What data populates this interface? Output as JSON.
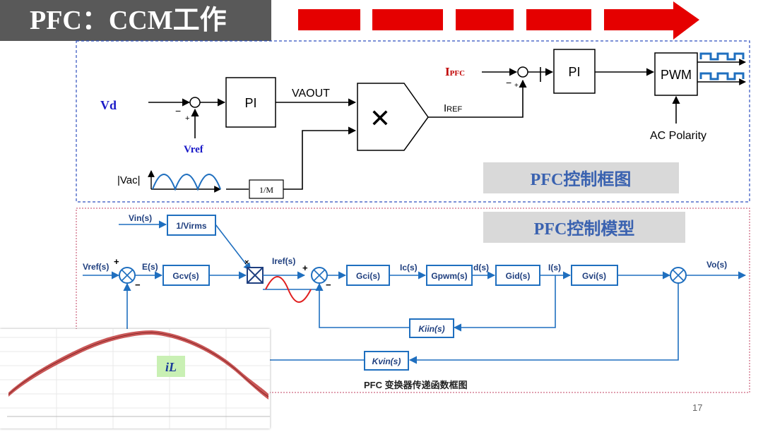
{
  "slide": {
    "title": "PFC：CCM工作",
    "page_number": "17"
  },
  "colors": {
    "arrow_red": "#e50000",
    "signal_blue": "#1f6fbf",
    "label_blue": "#1a1ac8",
    "pfc_red": "#c00000",
    "title_gray": "#595959"
  },
  "control_diagram": {
    "caption": "PFC控制框图",
    "vd": "Vd",
    "vref": "Vref",
    "pi_voltage": "PI",
    "vaout": "VAOUT",
    "vac": "|Vac|",
    "inv_m": "1/M",
    "multiplier_symbol": "✕",
    "iref_main": "I",
    "iref_sub": "REF",
    "ipfc_main": "I",
    "ipfc_sub": "PFC",
    "pi_current": "PI",
    "pwm": "PWM",
    "ac_polarity": "AC Polarity",
    "minus": "−",
    "plus": "+"
  },
  "model_diagram": {
    "caption": "PFC控制模型",
    "vin": "Vin(s)",
    "inv_virms": "1/Virms",
    "vref": "Vref(s)",
    "es": "E(s)",
    "gcv": "Gcv(s)",
    "iref": "Iref(s)",
    "x_mark": "×",
    "gci": "Gci(s)",
    "ic": "Ic(s)",
    "gpwm": "Gpwm(s)",
    "ds": "d(s)",
    "gid": "Gid(s)",
    "is": "I(s)",
    "gvi": "Gvi(s)",
    "vo": "Vo(s)",
    "kiin": "Kiin(s)",
    "kvin": "Kvin(s)",
    "footer": "PFC 变换器传递函数框图",
    "plus": "+",
    "minus": "−"
  },
  "waveform": {
    "label": "iL"
  }
}
